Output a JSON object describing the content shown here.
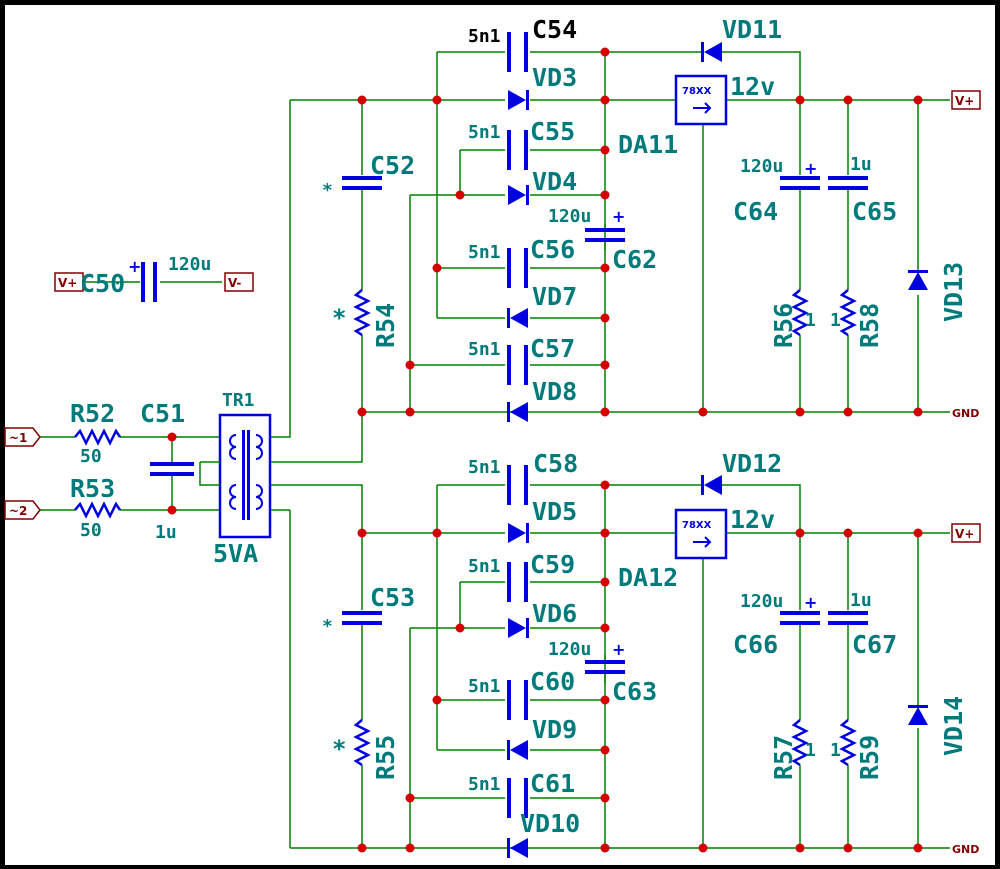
{
  "components": {
    "C54": {
      "ref": "C54",
      "value": "5n1"
    },
    "C55": {
      "ref": "C55",
      "value": "5n1"
    },
    "C56": {
      "ref": "C56",
      "value": "5n1"
    },
    "C57": {
      "ref": "C57",
      "value": "5n1"
    },
    "C58": {
      "ref": "C58",
      "value": "5n1"
    },
    "C59": {
      "ref": "C59",
      "value": "5n1"
    },
    "C60": {
      "ref": "C60",
      "value": "5n1"
    },
    "C61": {
      "ref": "C61",
      "value": "5n1"
    },
    "C50": {
      "ref": "C50",
      "value": "120u"
    },
    "C51": {
      "ref": "C51",
      "value": "1u"
    },
    "C52": {
      "ref": "C52",
      "value": "*"
    },
    "C53": {
      "ref": "C53",
      "value": "*"
    },
    "C62": {
      "ref": "C62",
      "value": "120u"
    },
    "C63": {
      "ref": "C63",
      "value": "120u"
    },
    "C64": {
      "ref": "C64",
      "value": "120u"
    },
    "C65": {
      "ref": "C65",
      "value": "1u"
    },
    "C66": {
      "ref": "C66",
      "value": "120u"
    },
    "C67": {
      "ref": "C67",
      "value": "1u"
    },
    "R52": {
      "ref": "R52",
      "value": "50"
    },
    "R53": {
      "ref": "R53",
      "value": "50"
    },
    "R54": {
      "ref": "R54",
      "value": "*"
    },
    "R55": {
      "ref": "R55",
      "value": "*"
    },
    "R56": {
      "ref": "R56",
      "value": "1"
    },
    "R57": {
      "ref": "R57",
      "value": "1"
    },
    "R58": {
      "ref": "R58",
      "value": "1"
    },
    "R59": {
      "ref": "R59",
      "value": "1"
    },
    "TR1": {
      "ref": "TR1",
      "value": "5VA"
    },
    "DA11": {
      "ref": "DA11",
      "part": "78XX",
      "voltage": "12v"
    },
    "DA12": {
      "ref": "DA12",
      "part": "78XX",
      "voltage": "12v"
    },
    "VD3": "VD3",
    "VD4": "VD4",
    "VD5": "VD5",
    "VD6": "VD6",
    "VD7": "VD7",
    "VD8": "VD8",
    "VD9": "VD9",
    "VD10": "VD10",
    "VD11": "VD11",
    "VD12": "VD12",
    "VD13": "VD13",
    "VD14": "VD14"
  },
  "ports": {
    "in1": "~1",
    "in2": "~2",
    "vplus_top": "V+",
    "gnd_top": "GND",
    "vplus_bottom": "V+",
    "gnd_bottom": "GND",
    "c50_left": "V+",
    "c50_right": "V-"
  },
  "colors": {
    "wire": "#008000",
    "symbol": "#0000e0",
    "label": "#007a7a",
    "junction": "#d40000",
    "port": "#800000",
    "background": "#ffffff"
  }
}
